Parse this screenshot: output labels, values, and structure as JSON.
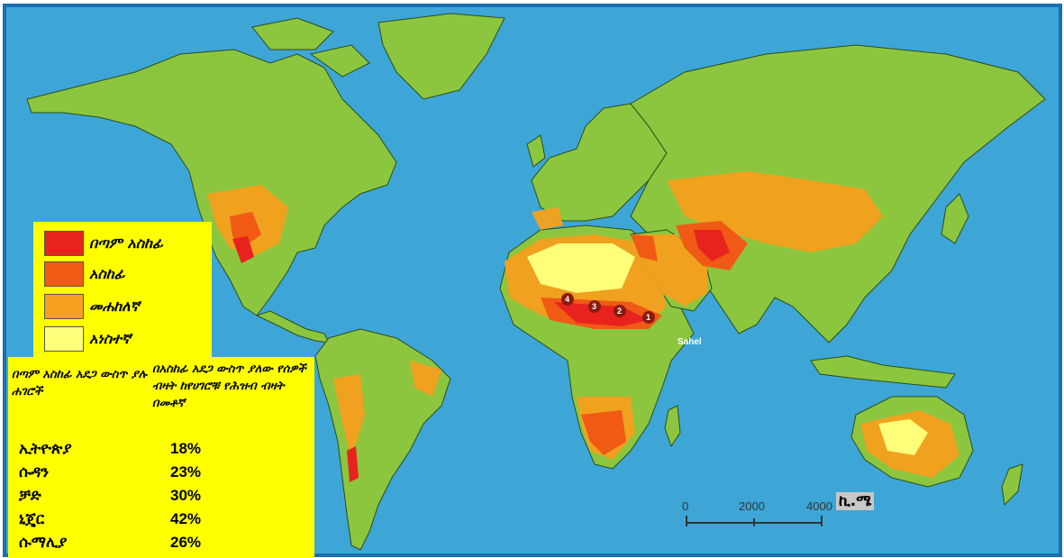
{
  "legend": {
    "items": [
      {
        "label": "በጣም አስከፊ",
        "color": "#e8231f"
      },
      {
        "label": "አስከፊ",
        "color": "#f05a14"
      },
      {
        "label": "መሐከለኛ",
        "color": "#f5a01e"
      },
      {
        "label": "አነስተኛ",
        "color": "#ffff7a"
      }
    ]
  },
  "table": {
    "header_col1": "በጣም አስከፊ አደጋ ውስጥ ያሉ ሐገሮች",
    "header_col2": "በአስከፊ አደጋ ውስጥ ያለው የሰዎች ብዛት ከየሀገሮቹ የሕዝብ ብዛት በመቶኛ",
    "rows": [
      {
        "country": "ኢትዮጵያ",
        "percent": "18%"
      },
      {
        "country": "ሱዳን",
        "percent": "23%"
      },
      {
        "country": "ቻድ",
        "percent": "30%"
      },
      {
        "country": "ኒጄር",
        "percent": "42%"
      },
      {
        "country": "ሱማሊያ",
        "percent": "26%"
      }
    ]
  },
  "map": {
    "region_label": "Sahel",
    "region_numbers": [
      "4",
      "3",
      "2",
      "1"
    ],
    "colors": {
      "ocean": "#3da6d6",
      "land": "#8cc63f",
      "border": "#1a6fb0"
    }
  },
  "scale": {
    "ticks": [
      "0",
      "2000",
      "4000"
    ],
    "unit": "ኪ.ሜ"
  }
}
